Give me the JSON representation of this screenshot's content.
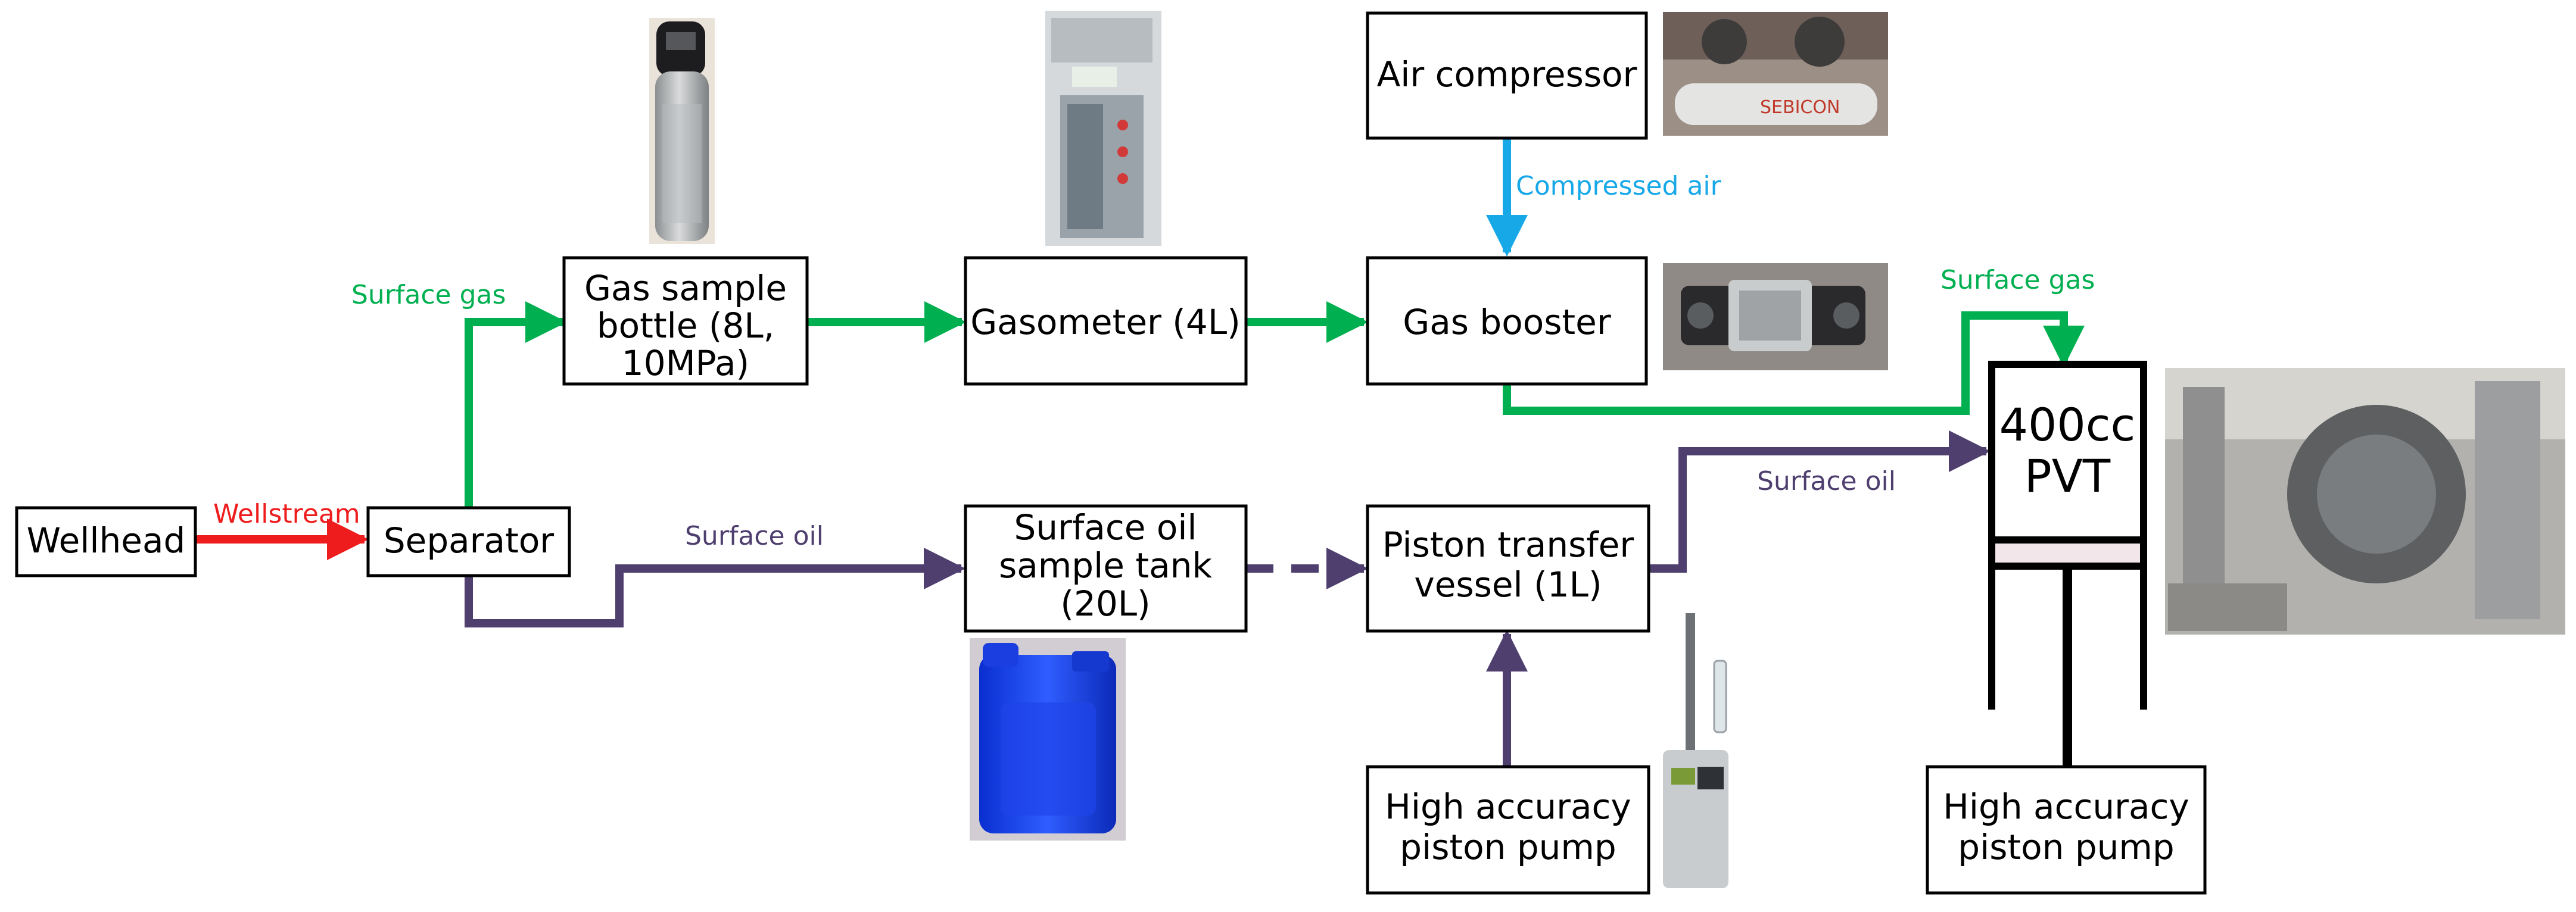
{
  "boxes": {
    "wellhead": "Wellhead",
    "separator": "Separator",
    "gas_bottle": [
      "Gas sample",
      "bottle (8L,",
      "10MPa)"
    ],
    "gasometer": "Gasometer (4L)",
    "gas_booster": "Gas booster",
    "air_compressor": "Air compressor",
    "oil_tank": [
      "Surface oil",
      "sample tank",
      "(20L)"
    ],
    "piston_vessel": [
      "Piston transfer",
      "vessel (1L)"
    ],
    "pump_left": [
      "High accuracy",
      "piston pump"
    ],
    "pump_right": [
      "High accuracy",
      "piston pump"
    ],
    "pvt": [
      "400cc",
      "PVT"
    ]
  },
  "labels": {
    "wellstream": "Wellstream",
    "surface_gas_left": "Surface gas",
    "surface_gas_right": "Surface gas",
    "surface_oil_left": "Surface oil",
    "surface_oil_right": "Surface oil",
    "compressed_air": "Compressed air"
  },
  "photo_labels": {
    "compressor_brand": "SEBICON"
  },
  "colors": {
    "gas": "#00b050",
    "oil": "#4f3f6f",
    "wellstream": "#ee1c1c",
    "air": "#17a8e8",
    "pvt_piston": "#f3e6ea"
  }
}
